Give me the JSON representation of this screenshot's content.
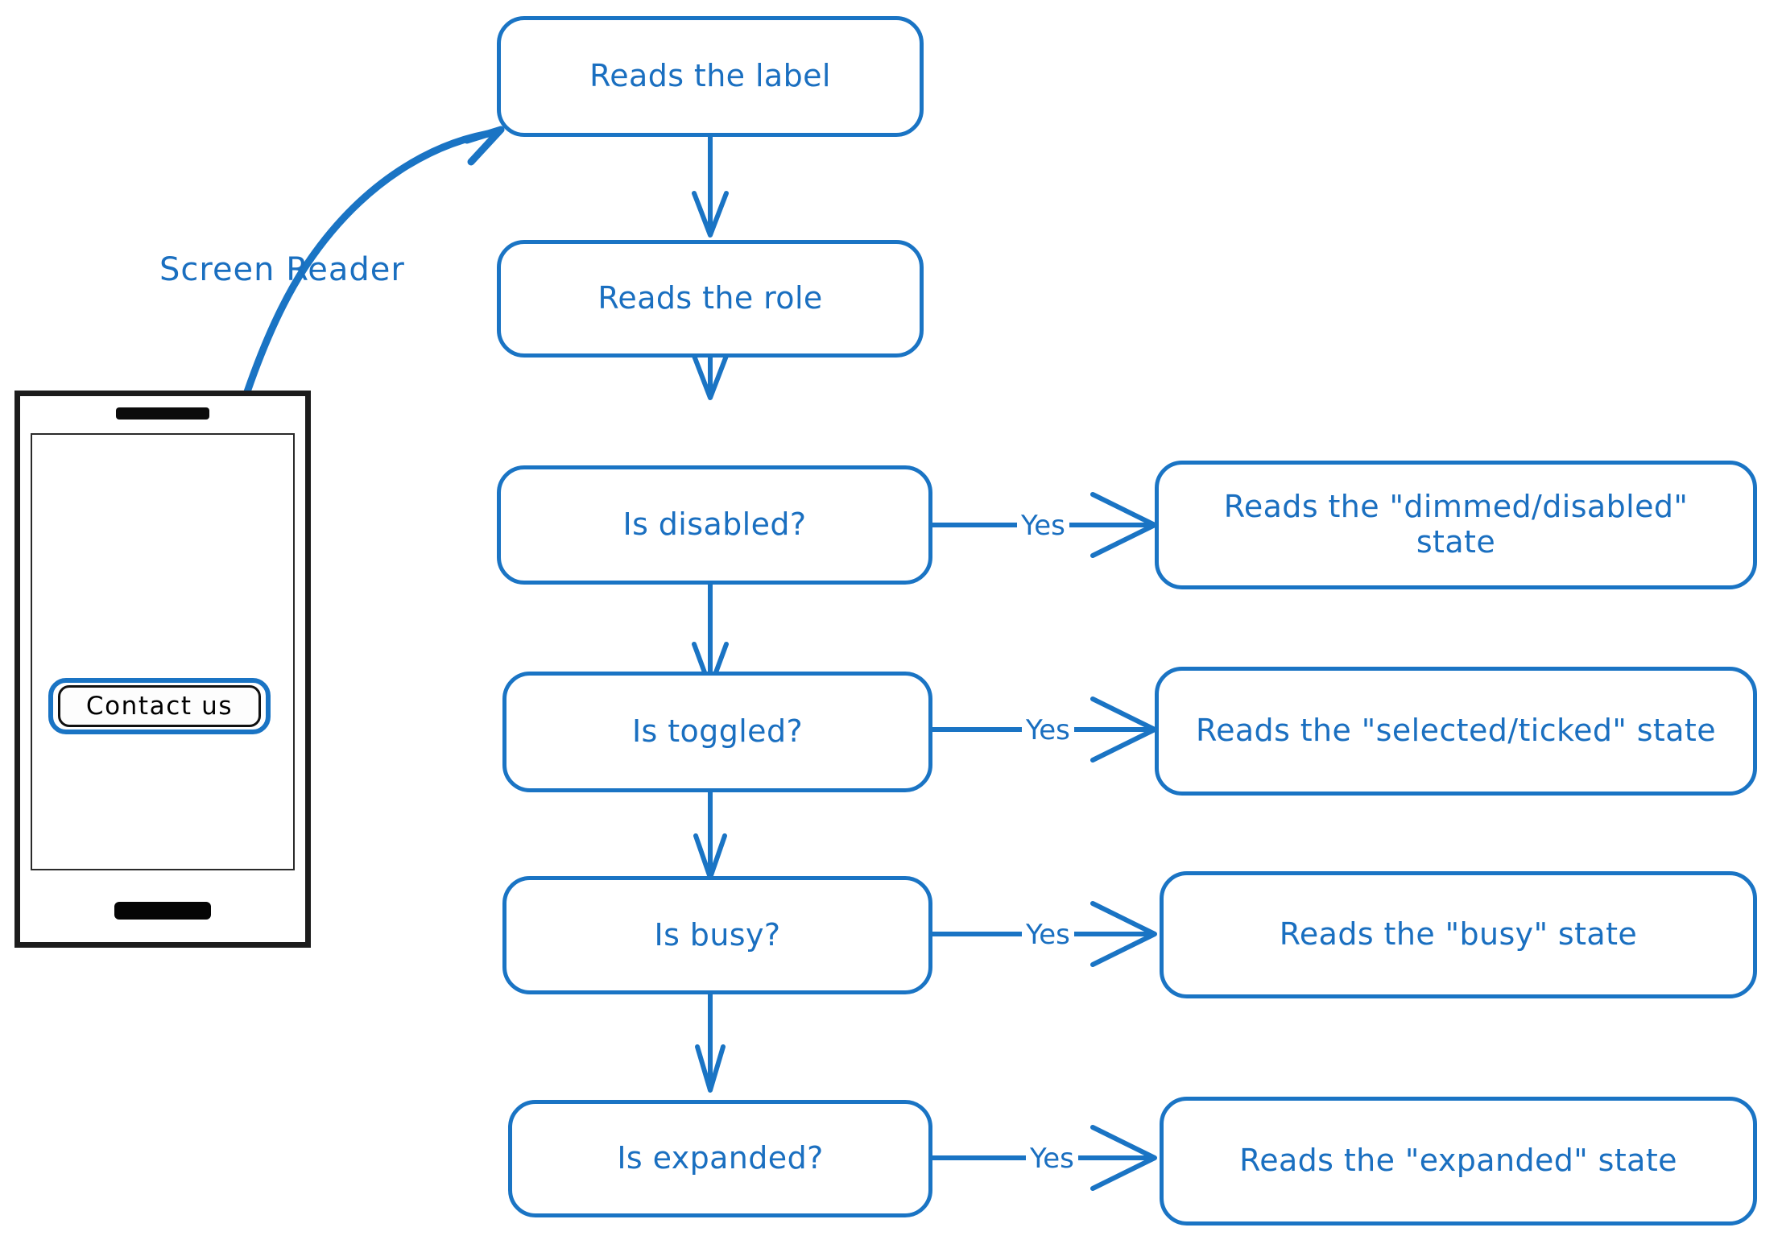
{
  "diagram": {
    "title": "Screen reader announcement decision flow",
    "accent_color": "#1a74c4",
    "text_color": "#1a6fc0",
    "background_color": "#ffffff",
    "annotation": {
      "screen_reader_label": "Screen Reader"
    },
    "phone": {
      "button_label": "Contact us",
      "focused": true
    },
    "main_flow": [
      {
        "id": "reads-label",
        "label": "Reads the label"
      },
      {
        "id": "reads-role",
        "label": "Reads the role"
      },
      {
        "id": "is-disabled",
        "label": "Is disabled?"
      },
      {
        "id": "is-toggled",
        "label": "Is toggled?"
      },
      {
        "id": "is-busy",
        "label": "Is busy?"
      },
      {
        "id": "is-expanded",
        "label": "Is expanded?"
      }
    ],
    "branches": [
      {
        "from": "is-disabled",
        "edge_label": "Yes",
        "target_id": "reads-dimmed-disabled",
        "target_label": "Reads the \"dimmed/disabled\" state"
      },
      {
        "from": "is-toggled",
        "edge_label": "Yes",
        "target_id": "reads-selected-ticked",
        "target_label": "Reads the \"selected/ticked\" state"
      },
      {
        "from": "is-busy",
        "edge_label": "Yes",
        "target_id": "reads-busy",
        "target_label": "Reads the \"busy\" state"
      },
      {
        "from": "is-expanded",
        "edge_label": "Yes",
        "target_id": "reads-expanded",
        "target_label": "Reads the \"expanded\" state"
      }
    ]
  }
}
